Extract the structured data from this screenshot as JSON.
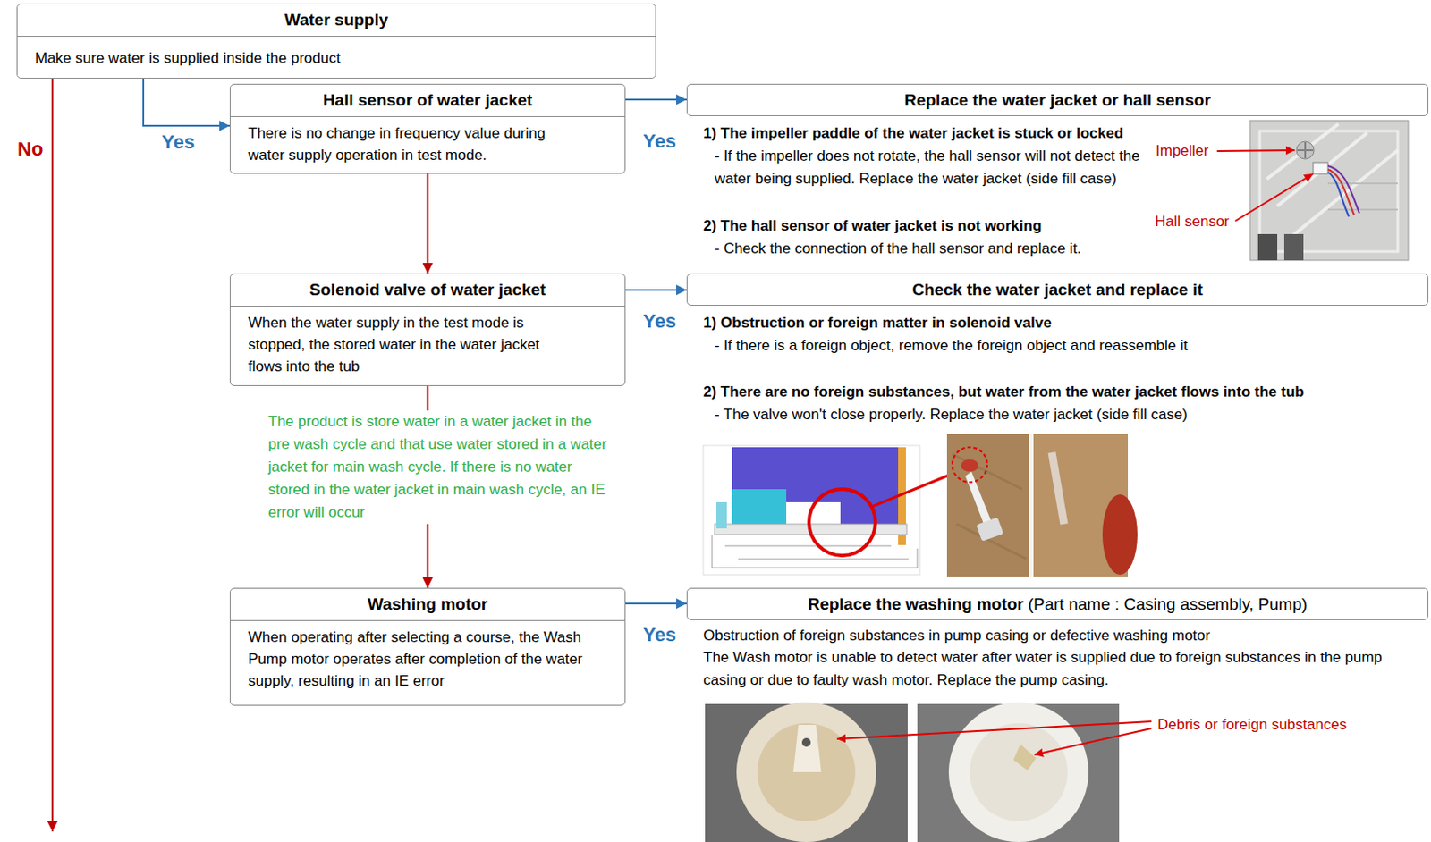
{
  "diagram": {
    "nodes": [
      {
        "text": [
          "Water supply",
          "Make sure water is supplied inside the product"
        ]
      },
      {
        "text": [
          "Hall sensor of water jacket",
          "There is no change in frequency value during water supply operation in test mode."
        ]
      },
      {
        "text": [
          "Replace the water jacket or hall sensor"
        ]
      },
      {
        "text": [
          "Solenoid valve of water jacket",
          "When the water supply in the test mode is stopped, the stored water in the water jacket flows into the tub"
        ]
      },
      {
        "text": [
          "Check the water jacket and replace it"
        ]
      },
      {
        "text": [
          "Washing motor",
          "When operating after selecting a course, the Wash Pump motor operates after completion of the water supply, resulting in an IE error"
        ]
      },
      {
        "text": [
          "Replace the washing motor",
          "(Part name : Casing assembly, Pump)"
        ]
      }
    ],
    "edges": [
      {
        "from": 0,
        "to": 1,
        "label": "Yes",
        "arrow": "to"
      },
      {
        "from": 1,
        "to": 2,
        "label": "Yes",
        "arrow": "to"
      },
      {
        "from": 1,
        "to": 3,
        "arrow": "to"
      },
      {
        "from": 3,
        "to": 4,
        "label": "Yes",
        "arrow": "to"
      },
      {
        "from": 3,
        "to": 5,
        "arrow": "to"
      },
      {
        "from": 5,
        "to": 6,
        "label": "Yes",
        "arrow": "to"
      }
    ],
    "labels": [
      "No",
      "1) The impeller paddle of the water jacket is stuck or locked",
      "- If the impeller does not rotate, the hall sensor will not detect the water being supplied. Replace the water jacket (side fill case)",
      "Impeller",
      "2) The hall sensor of water jacket is not working",
      "Hall sensor",
      "- Check the connection of the hall sensor and replace it.",
      "1) Obstruction or foreign matter in solenoid valve",
      "- If there is a foreign object, remove the foreign object and reassemble it",
      "The product is store water in a water jacket in the pre wash cycle and that use water stored in a water jacket for main wash cycle. If there is no water stored in the water jacket in main wash cycle, an IE error will occur",
      "2) There are no foreign substances, but water from the water jacket flows into the tub",
      "- The valve won't close properly. Replace the water jacket (side fill case)",
      "Obstruction of foreign substances in pump casing or defective washing motor",
      "The Wash motor is unable to detect water after water is supplied due to foreign substances in the pump casing or due to faulty wash motor. Replace the pump casing.",
      "Debris or foreign substances"
    ]
  }
}
